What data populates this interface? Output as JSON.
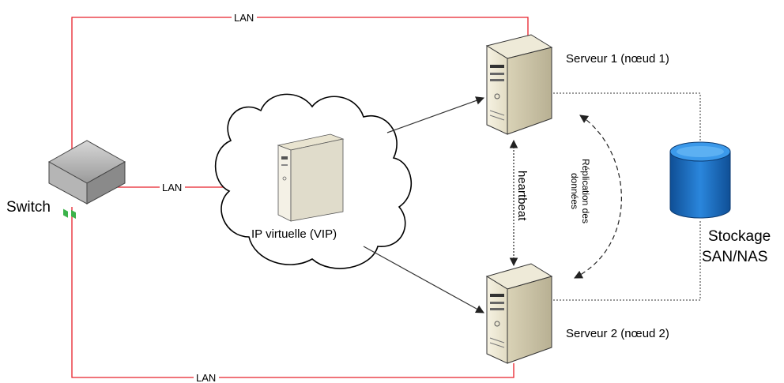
{
  "diagram": {
    "lan_top": "LAN",
    "lan_middle": "LAN",
    "lan_bottom": "LAN",
    "switch_label": "Switch",
    "vip_label": "IP virtuelle (VIP)",
    "server1_label": "Serveur 1 (nœud 1)",
    "server2_label": "Serveur 2 (nœud 2)",
    "heartbeat_label": "heartbeat",
    "replication_line1": "Réplication des",
    "replication_line2": "données",
    "storage_line1": "Stockage",
    "storage_line2": "SAN/NAS"
  },
  "colors": {
    "lan_line": "#e8202a",
    "arrow": "#333333",
    "storage": "#1f73c7"
  },
  "icons": [
    "switch-icon",
    "cloud-icon",
    "virtual-server-icon",
    "server-icon",
    "database-icon"
  ]
}
